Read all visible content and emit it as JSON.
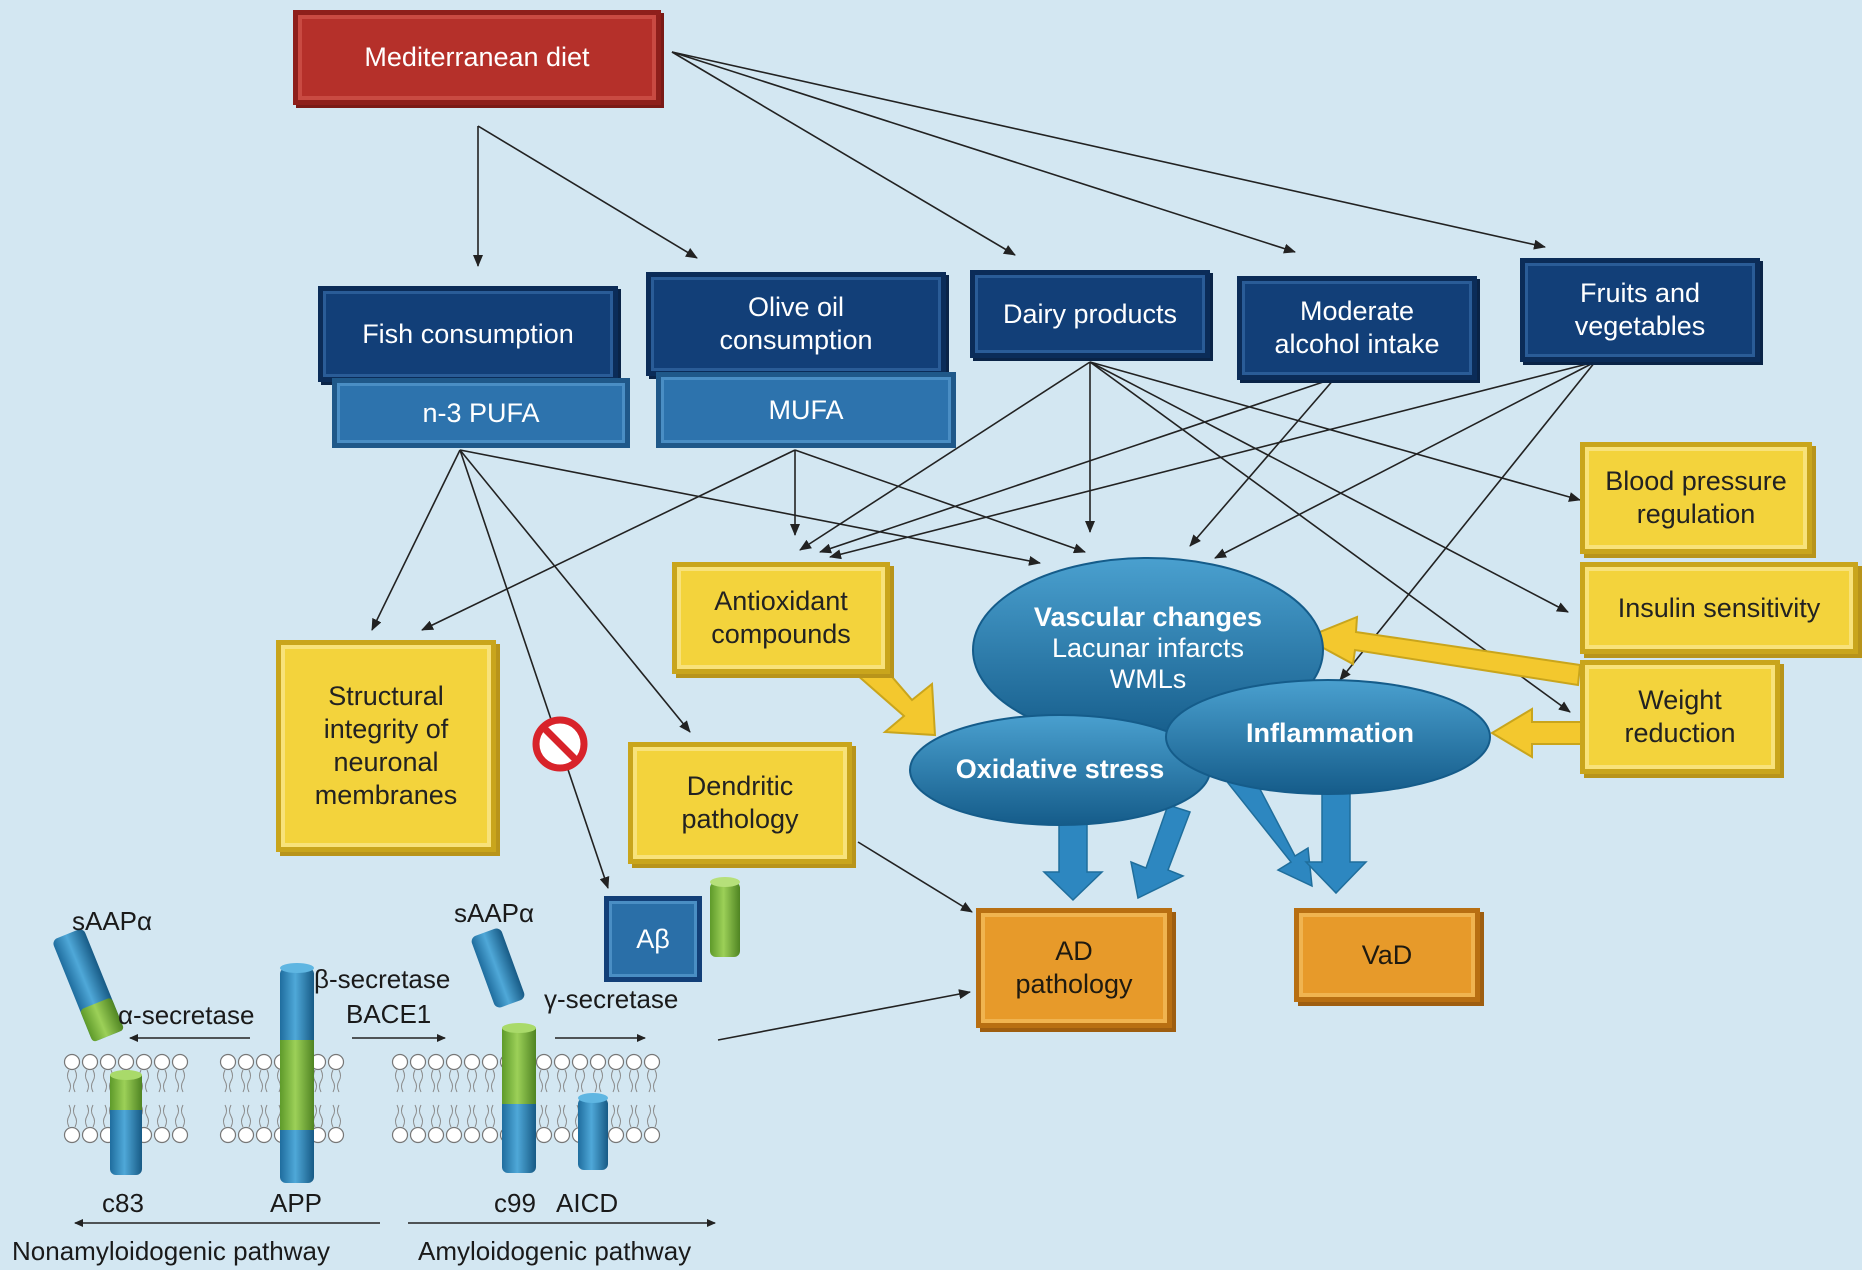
{
  "diet": {
    "label": "Mediterranean diet"
  },
  "foods": {
    "fish": "Fish consumption",
    "olive_line1": "Olive oil",
    "olive_line2": "consumption",
    "dairy": "Dairy products",
    "alcohol_line1": "Moderate",
    "alcohol_line2": "alcohol intake",
    "fruits_line1": "Fruits and",
    "fruits_line2": "vegetables"
  },
  "nutrients": {
    "pufa": "n-3 PUFA",
    "mufa": "MUFA"
  },
  "effects": {
    "bp_line1": "Blood pressure",
    "bp_line2": "regulation",
    "insulin": "Insulin sensitivity",
    "weight_line1": "Weight",
    "weight_line2": "reduction",
    "antiox_line1": "Antioxidant",
    "antiox_line2": "compounds",
    "struct_line1": "Structural",
    "struct_line2": "integrity of",
    "struct_line3": "neuronal",
    "struct_line4": "membranes",
    "dendritic_line1": "Dendritic",
    "dendritic_line2": "pathology"
  },
  "mechanisms": {
    "vascular_title": "Vascular changes",
    "vascular_line2": "Lacunar infarcts",
    "vascular_line3": "WMLs",
    "oxidative": "Oxidative stress",
    "inflammation": "Inflammation"
  },
  "outcomes": {
    "ad_line1": "AD",
    "ad_line2": "pathology",
    "vad": "VaD",
    "abeta": "Aβ"
  },
  "app_panel": {
    "saap_left": "sAAPα",
    "saap_right": "sAAPα",
    "alpha_secretase": "α-secretase",
    "beta_secretase_line1": "β-secretase",
    "beta_secretase_line2": "BACE1",
    "gamma_secretase": "γ-secretase",
    "c83": "c83",
    "app": "APP",
    "c99": "c99",
    "aicd": "AICD",
    "nonamyloid": "Nonamyloidogenic pathway",
    "amyloid": "Amyloidogenic pathway"
  },
  "colors": {
    "background": "#d3e7f2",
    "diet_red": "#b5302a",
    "food_navy": "#123f78",
    "nutrient_blue": "#2d73ad",
    "effect_yellow": "#f3d33c",
    "outcome_orange": "#e79a2a",
    "mechanism_blue": "#1f6e9c",
    "protein_blue": "#2a83b8",
    "protein_green": "#7ab43a"
  },
  "icons": {
    "no_entry": "no-entry-icon"
  }
}
